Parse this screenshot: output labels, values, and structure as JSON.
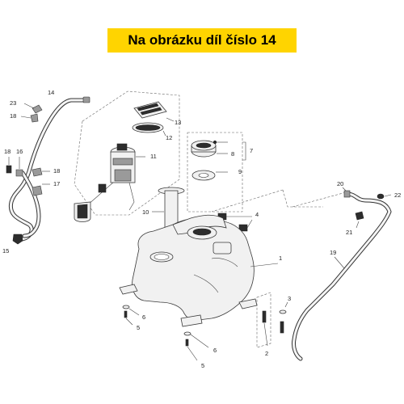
{
  "banner": {
    "text": "Na obrázku díl číslo 14",
    "color": "#ffd400"
  },
  "callouts": {
    "c1": "1",
    "c2": "2",
    "c3": "3",
    "c4": "4",
    "c5a": "5",
    "c5b": "5",
    "c6a": "6",
    "c6b": "6",
    "c7": "7",
    "c8": "8",
    "c9": "9",
    "c10": "10",
    "c11": "11",
    "c12": "12",
    "c13": "13",
    "c14": "14",
    "c15": "15",
    "c16": "16",
    "c17": "17",
    "c18a": "18",
    "c18b": "18",
    "c18c": "18",
    "c19": "19",
    "c20": "20",
    "c21": "21",
    "c22": "22",
    "c23": "23"
  }
}
